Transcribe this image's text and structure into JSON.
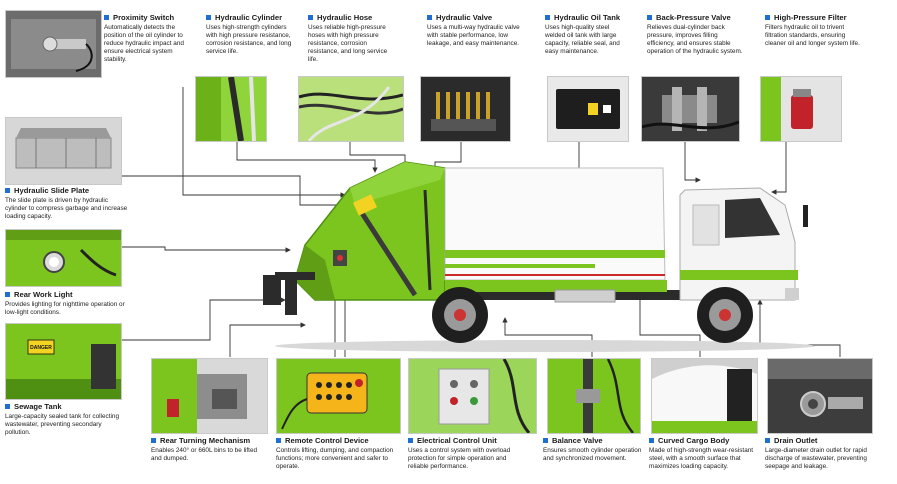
{
  "colors": {
    "accent_blue": "#1f6fd1",
    "truck_green": "#7cc51f",
    "dark_green": "#4f8f12",
    "callout_line": "#333333"
  },
  "callouts": {
    "proximity_switch": {
      "title": "Proximity Switch",
      "desc": "Automatically detects the position of the oil cylinder to reduce hydraulic impact and ensure electrical system stability."
    },
    "hydraulic_cylinder": {
      "title": "Hydraulic Cylinder",
      "desc": "Uses high-strength cylinders with high pressure resistance, corrosion resistance, and long service life."
    },
    "hydraulic_hose": {
      "title": "Hydraulic Hose",
      "desc": "Uses reliable high-pressure hoses with high pressure resistance, corrosion resistance, and long service life."
    },
    "hydraulic_valve": {
      "title": "Hydraulic Valve",
      "desc": "Uses a multi-way hydraulic valve with stable performance, low leakage, and easy maintenance."
    },
    "hydraulic_oil_tank": {
      "title": "Hydraulic Oil Tank",
      "desc": "Uses high-quality steel welded oil tank with large capacity, reliable seal, and easy maintenance."
    },
    "back_pressure_valve": {
      "title": "Back-Pressure Valve",
      "desc": "Relieves dual-cylinder back pressure, improves filling efficiency, and ensures stable operation of the hydraulic system."
    },
    "high_pressure_filter": {
      "title": "High-Pressure Filter",
      "desc": "Filters hydraulic oil to trivent filtration standards, ensuring cleaner oil and longer system life."
    },
    "hydraulic_slide_plate": {
      "title": "Hydraulic Slide Plate",
      "desc": "The slide plate is driven by hydraulic cylinder to compress garbage and increase loading capacity."
    },
    "rear_work_light": {
      "title": "Rear Work Light",
      "desc": "Provides lighting for nighttime operation or low-light conditions."
    },
    "sewage_tank": {
      "title": "Sewage Tank",
      "desc": "Large-capacity sealed tank for collecting wastewater, preventing secondary pollution.",
      "sticker": "DANGER"
    },
    "rear_turning_mechanism": {
      "title": "Rear Turning Mechanism",
      "desc": "Enables 240° or 660L bins to be lifted and dumped."
    },
    "remote_control_device": {
      "title": "Remote Control Device",
      "desc": "Controls lifting, dumping, and compaction functions; more convenient and safer to operate."
    },
    "electrical_control_unit": {
      "title": "Electrical Control Unit",
      "desc": "Uses a control system with overload protection for simple operation and reliable performance."
    },
    "balance_valve": {
      "title": "Balance Valve",
      "desc": "Ensures smooth cylinder operation and synchronized movement."
    },
    "curved_cargo_body": {
      "title": "Curved Cargo Body",
      "desc": "Made of high-strength wear-resistant steel, with a smooth surface that maximizes loading capacity."
    },
    "drain_outlet": {
      "title": "Drain Outlet",
      "desc": "Large-diameter drain outlet for rapid discharge of wastewater, preventing seepage and leakage."
    }
  }
}
